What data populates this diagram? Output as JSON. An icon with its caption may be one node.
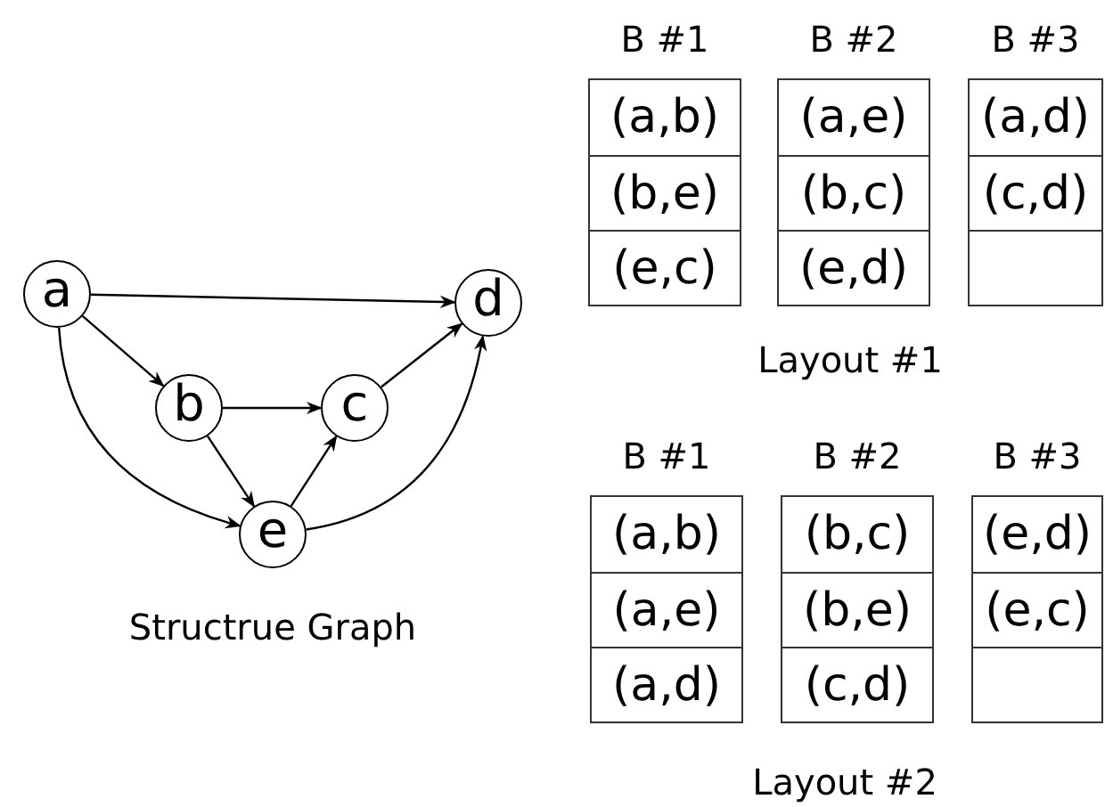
{
  "diagram": {
    "nodes": [
      {
        "text": [
          "a"
        ]
      },
      {
        "text": [
          "b"
        ]
      },
      {
        "text": [
          "c"
        ]
      },
      {
        "text": [
          "d"
        ]
      },
      {
        "text": [
          "e"
        ]
      },
      {
        "text": [
          "B #1"
        ]
      },
      {
        "text": [
          "(a,b)"
        ],
        "in": 5
      },
      {
        "text": [
          "(b,e)"
        ],
        "in": 5
      },
      {
        "text": [
          "(e,c)"
        ],
        "in": 5
      },
      {
        "text": [
          "B #2"
        ]
      },
      {
        "text": [
          "(a,e)"
        ],
        "in": 9
      },
      {
        "text": [
          "(b,c)"
        ],
        "in": 9
      },
      {
        "text": [
          "(e,d)"
        ],
        "in": 9
      },
      {
        "text": [
          "B #3"
        ]
      },
      {
        "text": [
          "(a,d)"
        ],
        "in": 13
      },
      {
        "text": [
          "(c,d)"
        ],
        "in": 13
      },
      {
        "text": [],
        "shape": "box",
        "in": 13
      },
      {
        "text": [
          "B #1"
        ]
      },
      {
        "text": [
          "(a,b)"
        ],
        "in": 17
      },
      {
        "text": [
          "(a,e)"
        ],
        "in": 17
      },
      {
        "text": [
          "(a,d)"
        ],
        "in": 17
      },
      {
        "text": [
          "B #2"
        ]
      },
      {
        "text": [
          "(b,c)"
        ],
        "in": 21
      },
      {
        "text": [
          "(b,e)"
        ],
        "in": 21
      },
      {
        "text": [
          "(c,d)"
        ],
        "in": 21
      },
      {
        "text": [
          "B #3"
        ]
      },
      {
        "text": [
          "(e,d)"
        ],
        "in": 25
      },
      {
        "text": [
          "(e,c)"
        ],
        "in": 25
      },
      {
        "text": [],
        "shape": "box",
        "in": 25
      }
    ],
    "edges": [
      {
        "from": 0,
        "to": 3,
        "arrow": "to"
      },
      {
        "from": 0,
        "to": 1,
        "arrow": "to"
      },
      {
        "from": 0,
        "to": 4,
        "arrow": "to"
      },
      {
        "from": 1,
        "to": 2,
        "arrow": "to"
      },
      {
        "from": 1,
        "to": 4,
        "arrow": "to"
      },
      {
        "from": 4,
        "to": 2,
        "arrow": "to"
      },
      {
        "from": 2,
        "to": 3,
        "arrow": "to"
      },
      {
        "from": 4,
        "to": 3,
        "arrow": "to"
      }
    ],
    "labels": [
      "Structrue Graph",
      "Layout #1",
      "Layout #2"
    ]
  }
}
